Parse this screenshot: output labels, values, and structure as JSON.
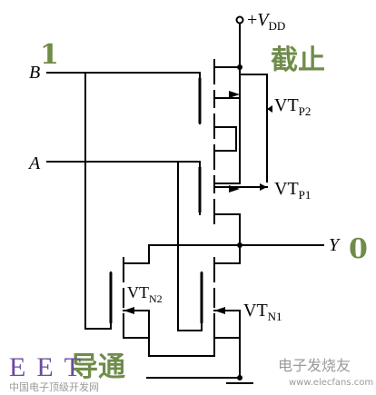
{
  "labels": {
    "vdd_sign": "+",
    "vdd_v": "V",
    "vdd_sub": "DD",
    "input_b": "B",
    "input_a": "A",
    "output_y": "Y",
    "vt": "VT",
    "p2_sub": "P2",
    "p1_sub": "P1",
    "n2_sub": "N2",
    "n1_sub": "N1"
  },
  "annotations": {
    "b_value": "1",
    "y_value": "0",
    "cutoff": "截止",
    "conduct": "导通"
  },
  "watermark": {
    "brand_left": "EET",
    "brand_left_sub": "中国电子顶级开发网",
    "brand_right": "电子发烧友",
    "brand_right_sub": "www.elecfans.com"
  },
  "colors": {
    "annotation_green": "#6f8c4a",
    "eet_purple": "#6a4ba0",
    "watermark_gray": "#9a9a9a"
  }
}
